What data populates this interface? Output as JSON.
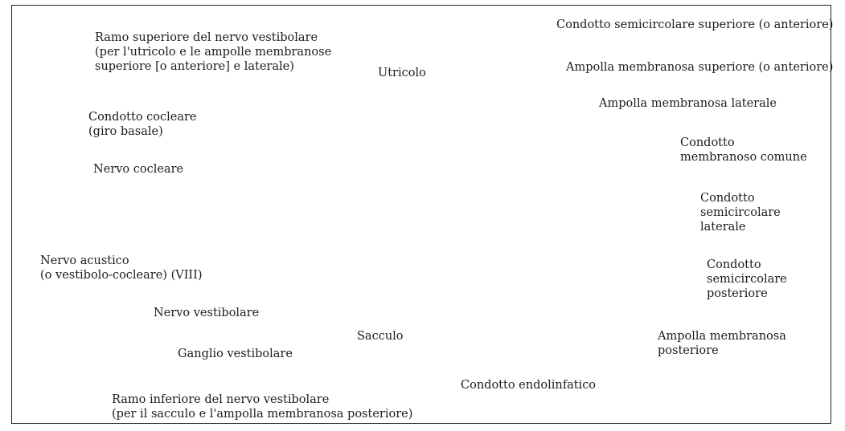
{
  "labels": {
    "ramo_superiore": [
      "Ramo superiore del nervo vestibolare",
      "(per l'utricolo e le ampolle membranose",
      "superiore [o anteriore] e laterale)"
    ],
    "condotto_cocleare": [
      "Condotto cocleare",
      "(giro basale)"
    ],
    "nervo_cocleare": "Nervo cocleare",
    "nervo_acustico": [
      "Nervo acustico",
      "(o vestibolo-cocleare) (VIII)"
    ],
    "nervo_vestibolare": "Nervo vestibolare",
    "ganglio_vestibolare": "Ganglio vestibolare",
    "ramo_inferiore": [
      "Ramo inferiore del nervo vestibolare",
      "(per il sacculo e l'ampolla membranosa posteriore)"
    ],
    "utricolo": "Utricolo",
    "sacculo": "Sacculo",
    "condotto_endolinfatico": "Condotto endolinfatico",
    "condotto_semicircolare_superiore": "Condotto semicircolare superiore (o anteriore)",
    "ampolla_superiore": "Ampolla membranosa superiore (o anteriore)",
    "ampolla_laterale": "Ampolla membranosa laterale",
    "condotto_comune": [
      "Condotto",
      "membranoso comune"
    ],
    "condotto_laterale": [
      "Condotto",
      "semicircolare",
      "laterale"
    ],
    "condotto_posteriore": [
      "Condotto",
      "semicircolare",
      "posteriore"
    ],
    "ampolla_posteriore": [
      "Ampolla membranosa",
      "posteriore"
    ]
  }
}
